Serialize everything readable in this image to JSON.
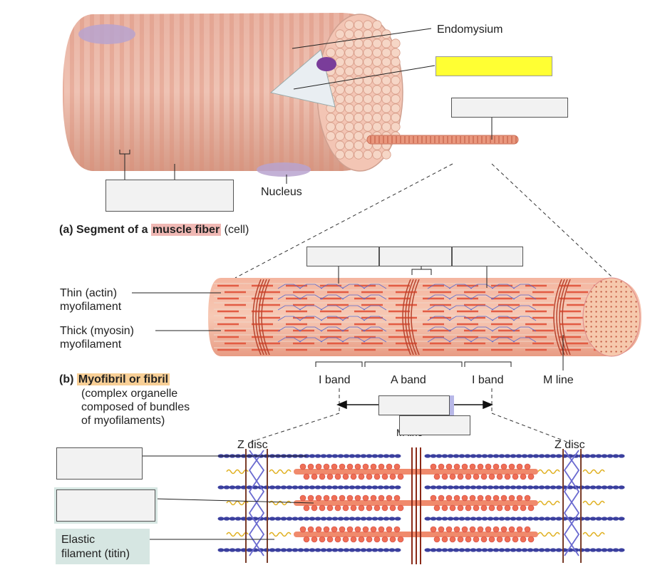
{
  "labels": {
    "endomysium": "Endomysium",
    "nucleus": "Nucleus",
    "thin_filament_1": "Thin (actin)",
    "thin_filament_2": "myofilament",
    "thick_filament_1": "Thick (myosin)",
    "thick_filament_2": "myofilament",
    "i_band_left": "I band",
    "a_band": "A band",
    "i_band_right": "I band",
    "m_line": "M line",
    "z_disc_left": "Z disc",
    "z_disc_right": "Z disc",
    "m_line_partial": "M line",
    "elastic_1": "Elastic",
    "elastic_2": "filament (titin)"
  },
  "captions": {
    "a_prefix": "(a) Segment of a",
    "a_highlight": "muscle fiber",
    "a_suffix": "(cell)",
    "b_prefix": "(b)",
    "b_highlight": "Myofibril or fibril",
    "b_line2": "(complex organelle",
    "b_line3": "composed of bundles",
    "b_line4": "of myofilaments)"
  },
  "colors": {
    "muscle": "#e8a994",
    "muscle_stripe": "#d98a72",
    "myofibril": "#e25c44",
    "actin": "#3a3f9e",
    "myosin_head": "#ef6f55",
    "titin": "#e0b020",
    "z_disc": "#6a6ad0",
    "yellow_box": "#ffff33",
    "pink_highlight": "#f0b8b4",
    "orange_highlight": "#f8cf96",
    "green_box": "#d6e6e2"
  }
}
